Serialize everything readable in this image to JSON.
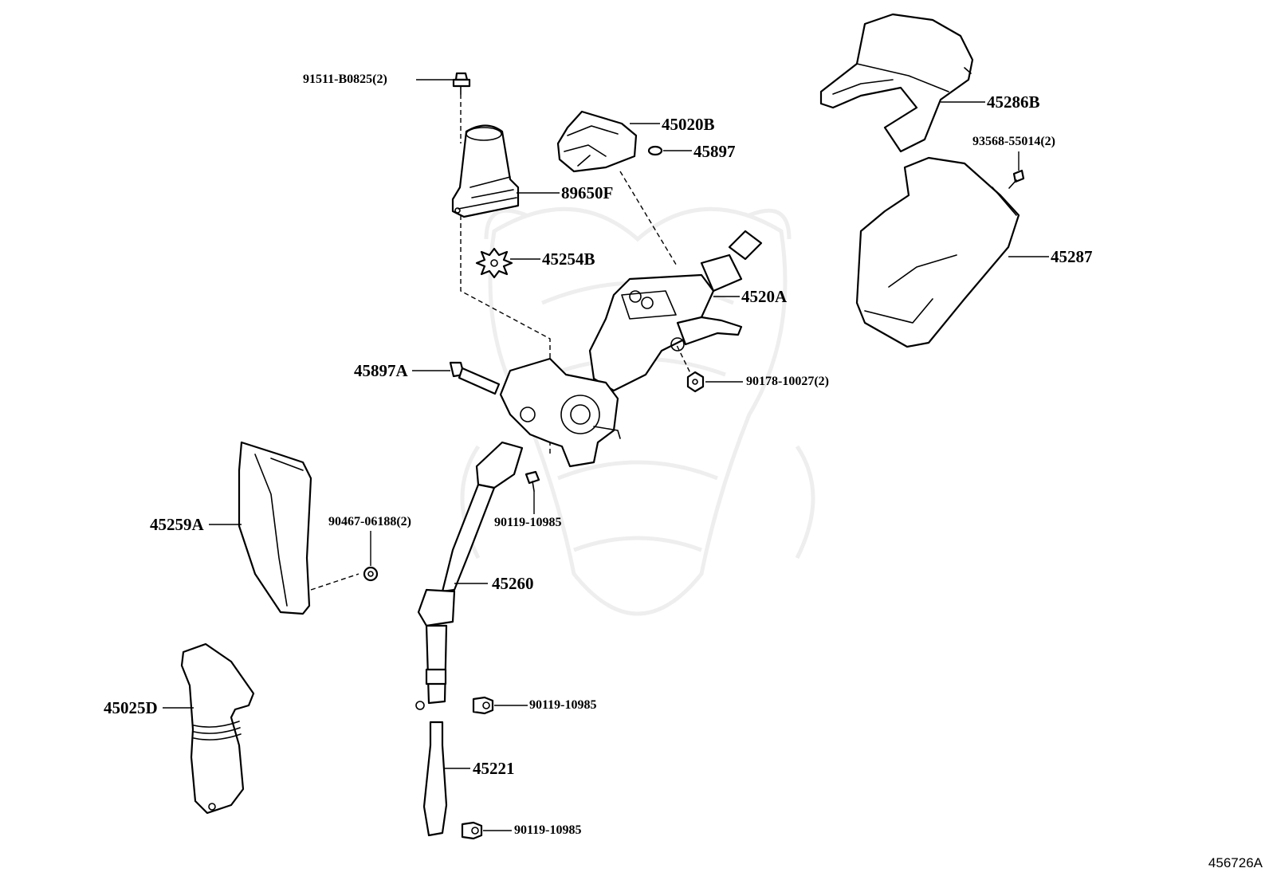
{
  "diagram": {
    "id_label": "456726A",
    "callouts": [
      {
        "key": "91511_b0825",
        "text": "91511-B0825(2)"
      },
      {
        "key": "45020b",
        "text": "45020B"
      },
      {
        "key": "45897",
        "text": "45897"
      },
      {
        "key": "89650f",
        "text": "89650F"
      },
      {
        "key": "45254b",
        "text": "45254B"
      },
      {
        "key": "4520a",
        "text": "4520A"
      },
      {
        "key": "45897a",
        "text": "45897A"
      },
      {
        "key": "90178_10027",
        "text": "90178-10027(2)"
      },
      {
        "key": "45286b",
        "text": "45286B"
      },
      {
        "key": "93568_55014",
        "text": "93568-55014(2)"
      },
      {
        "key": "45287",
        "text": "45287"
      },
      {
        "key": "45259a",
        "text": "45259A"
      },
      {
        "key": "90467_06188",
        "text": "90467-06188(2)"
      },
      {
        "key": "90119_10985_a",
        "text": "90119-10985"
      },
      {
        "key": "45260",
        "text": "45260"
      },
      {
        "key": "45025d",
        "text": "45025D"
      },
      {
        "key": "90119_10985_b",
        "text": "90119-10985"
      },
      {
        "key": "45221",
        "text": "45221"
      },
      {
        "key": "90119_10985_c",
        "text": "90119-10985"
      }
    ]
  }
}
